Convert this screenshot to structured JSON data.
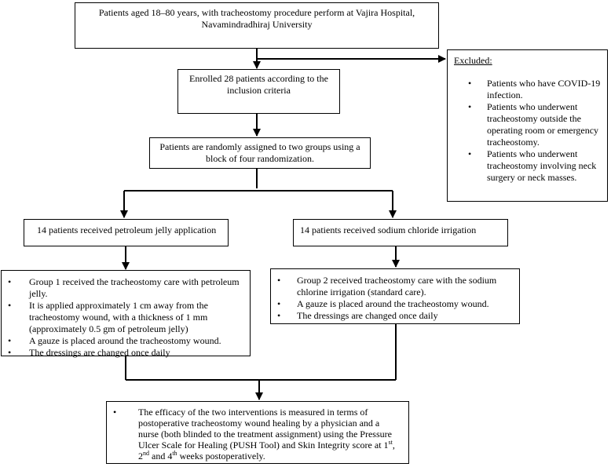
{
  "nodes": {
    "start": "Patients aged 18–80 years, with tracheostomy procedure perform at Vajira Hospital, Navamindradhiraj University",
    "enrolled": "Enrolled 28 patients according to the inclusion criteria",
    "randomized": "Patients are randomly assigned to two groups using a block of four randomization.",
    "excluded": {
      "title": "Excluded:",
      "items": [
        "Patients who have COVID-19 infection.",
        "Patients who underwent tracheostomy outside the operating room or emergency tracheostomy.",
        "Patients who underwent tracheostomy involving neck surgery or neck masses."
      ]
    },
    "group1_header": "14 patients received petroleum jelly application",
    "group2_header": "14 patients received sodium chloride irrigation",
    "group1_details": [
      "Group 1 received the tracheostomy care with petroleum jelly.",
      "It is applied approximately 1 cm away from the tracheostomy wound, with a thickness of 1 mm (approximately 0.5 gm of petroleum jelly)",
      "A gauze is placed around the tracheostomy wound.",
      "The dressings are changed once daily"
    ],
    "group2_details": [
      "Group 2 received tracheostomy care with the sodium chlorine irrigation (standard care).",
      "A gauze is placed around the tracheostomy wound.",
      "The dressings are changed once daily"
    ],
    "outcome": {
      "text_a": "The efficacy of the two interventions is measured in terms of postoperative tracheostomy wound healing by a physician and a nurse (both blinded to the treatment assignment) using the Pressure Ulcer Scale for Healing (PUSH Tool) and Skin Integrity score at 1",
      "sup1": "st",
      "text_b": ", 2",
      "sup2": "nd",
      "text_c": " and 4",
      "sup3": "th",
      "text_d": " weeks postoperatively."
    }
  }
}
